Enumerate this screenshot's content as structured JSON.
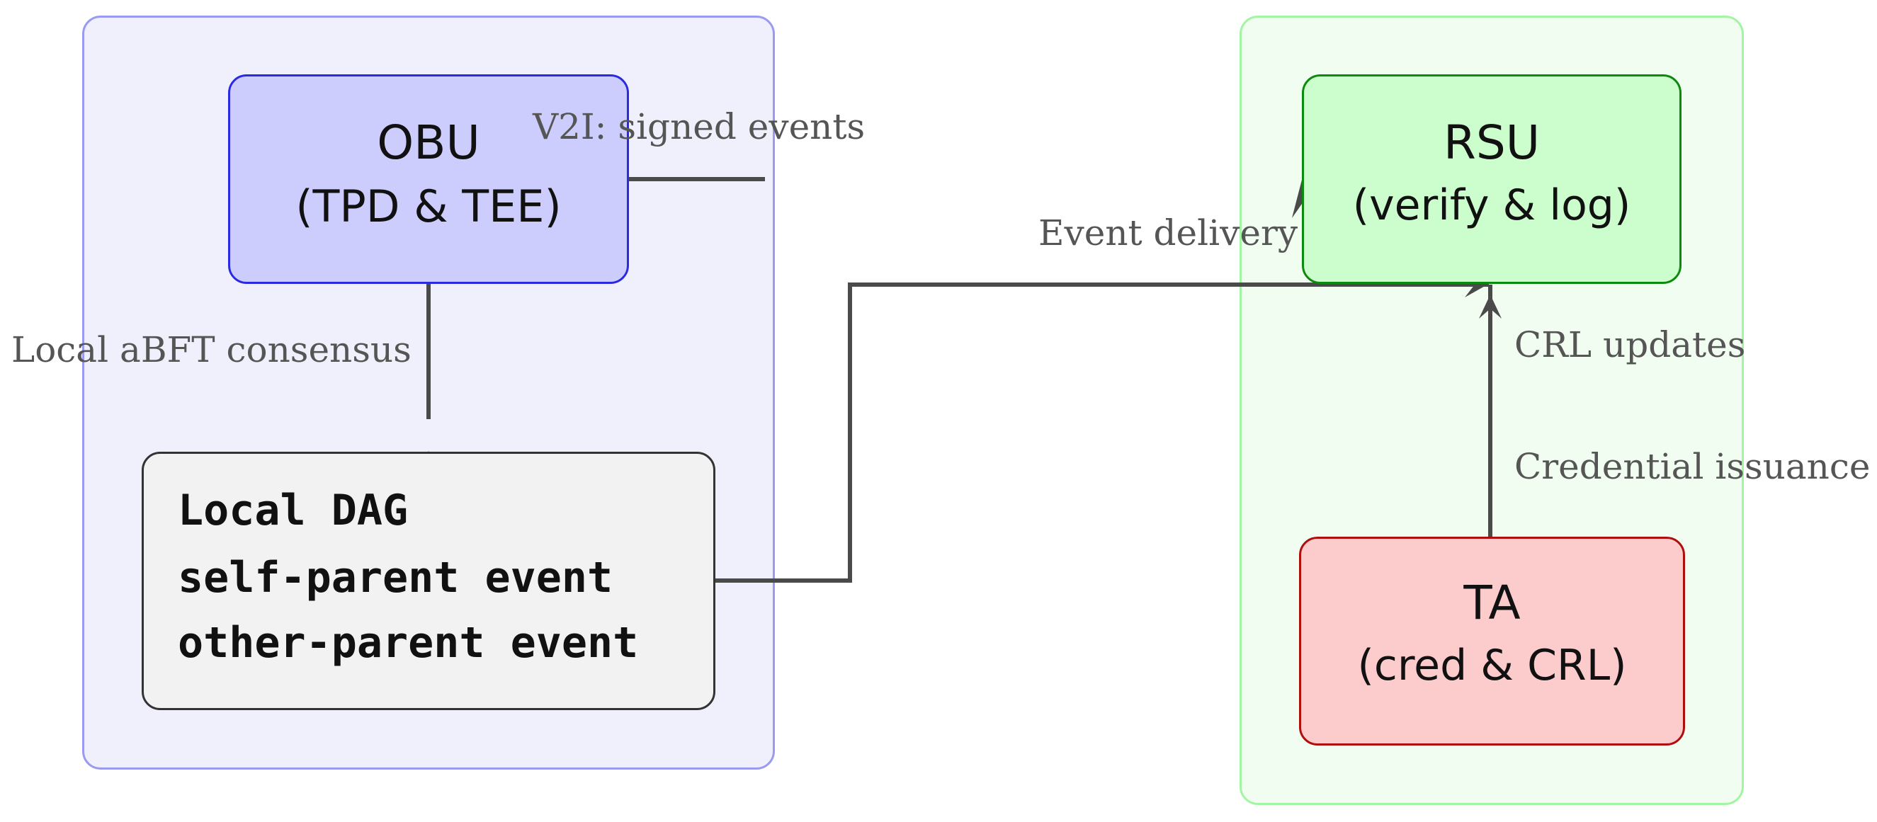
{
  "colors": {
    "vehicle_region_fill": "#f0f0fc",
    "vehicle_region_border": "#9a9af0",
    "infra_region_fill": "#f0fdf0",
    "infra_region_border": "#a2f5a2",
    "obu_fill": "#ccccfd",
    "obu_border": "#2a2ae0",
    "rsu_fill": "#ccfdcc",
    "rsu_border": "#0d8a0d",
    "ta_fill": "#fccccc",
    "ta_border": "#b00d0d",
    "dag_fill": "#f2f2f2",
    "dag_border": "#333333",
    "edge": "#4a4a4a"
  },
  "obu": {
    "title": "OBU",
    "subtitle": "(TPD & TEE)"
  },
  "rsu": {
    "title": "RSU",
    "subtitle": "(verify & log)"
  },
  "ta": {
    "title": "TA",
    "subtitle": "(cred & CRL)"
  },
  "dag": {
    "title": "Local DAG",
    "line1": "self-parent event",
    "line2": "other-parent event"
  },
  "edges": {
    "v2i": "V2I: signed events",
    "consensus": "Local aBFT consensus",
    "delivery": "Event delivery",
    "crl": "CRL updates",
    "credential": "Credential issuance"
  }
}
